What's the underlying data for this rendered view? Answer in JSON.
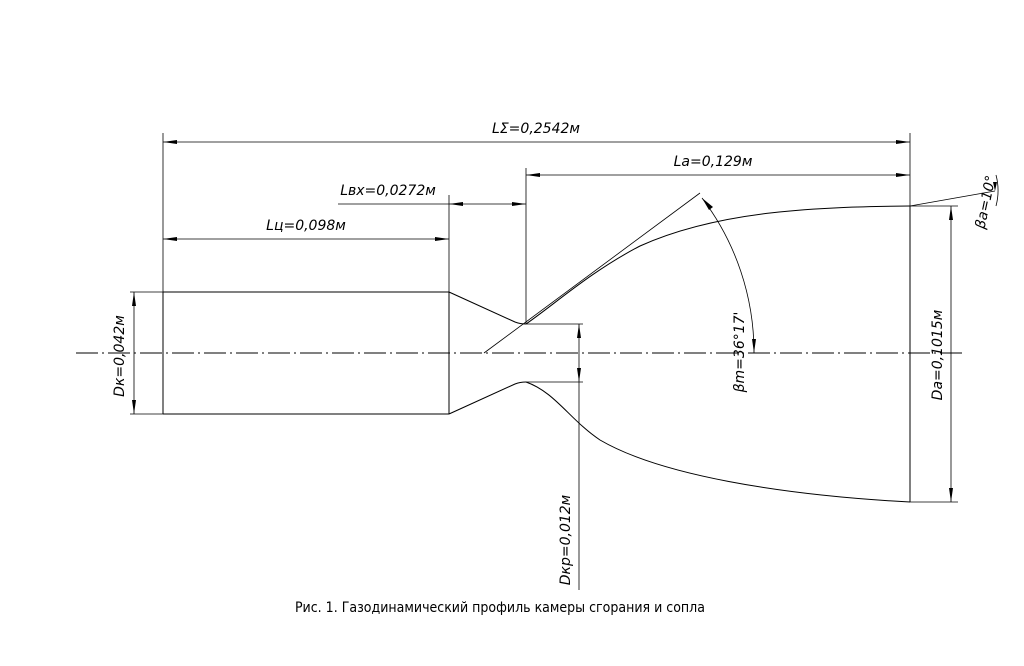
{
  "dimensions": {
    "total_length": "LΣ=0,2542м",
    "nozzle_length": "La=0,129м",
    "inlet_length": "Lвх=0,0272м",
    "chamber_length": "Lц=0,098м",
    "chamber_diameter": "Dк=0,042м",
    "throat_diameter": "Dкр=0,012м",
    "exit_diameter": "Da=0,1015м",
    "initial_angle": "βm=36°17'",
    "exit_angle": "βa=10°"
  },
  "caption": "Рис. 1. Газодинамический профиль камеры сгорания и сопла"
}
